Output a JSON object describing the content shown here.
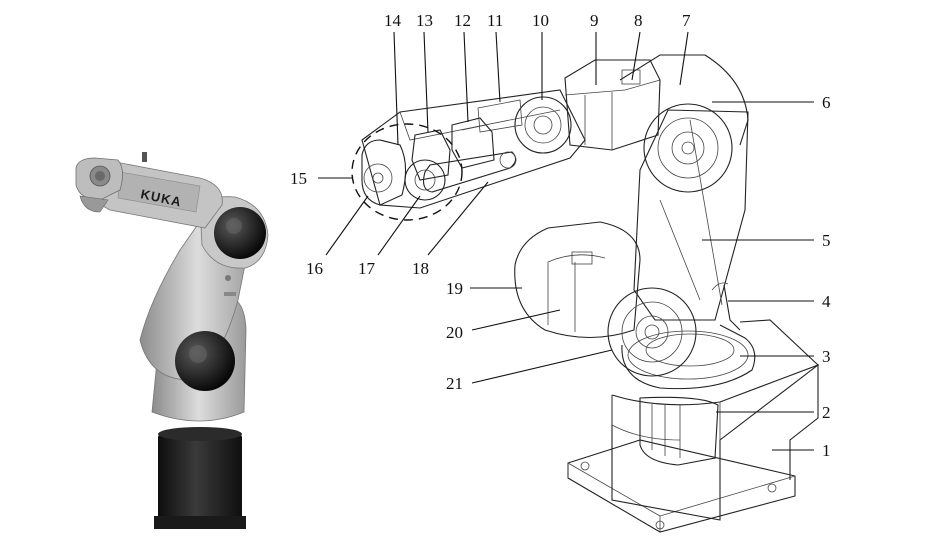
{
  "photo": {
    "logo_text": "KUKA"
  },
  "colors": {
    "body_light": "#d6d6d6",
    "body_mid": "#a9a9a9",
    "body_dark": "#6e6e6e",
    "base_black": "#151515",
    "line": "#222222"
  },
  "labels": {
    "n1": "1",
    "n2": "2",
    "n3": "3",
    "n4": "4",
    "n5": "5",
    "n6": "6",
    "n7": "7",
    "n8": "8",
    "n9": "9",
    "n10": "10",
    "n11": "11",
    "n12": "12",
    "n13": "13",
    "n14": "14",
    "n15": "15",
    "n16": "16",
    "n17": "17",
    "n18": "18",
    "n19": "19",
    "n20": "20",
    "n21": "21"
  }
}
